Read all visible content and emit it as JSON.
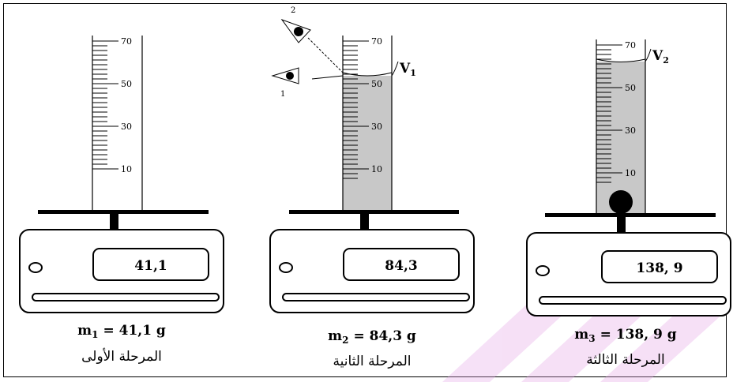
{
  "stages": [
    {
      "display_value": "41,1",
      "mass_symbol": "m",
      "mass_subscript": "1",
      "mass_rest": " = 41,1 g",
      "stage_label": "المرحلة الأولى",
      "scale_ticks": [
        "70",
        "50",
        "30",
        "10"
      ],
      "volume_label": "",
      "volume_subscript": ""
    },
    {
      "display_value": "84,3",
      "mass_symbol": "m",
      "mass_subscript": "2",
      "mass_rest": " = 84,3 g",
      "stage_label": "المرحلة الثانية",
      "scale_ticks": [
        "70",
        "50",
        "30",
        "10"
      ],
      "volume_label": "V",
      "volume_subscript": "1"
    },
    {
      "display_value": "138, 9",
      "mass_symbol": "m",
      "mass_subscript": "3",
      "mass_rest": " = 138, 9 g",
      "stage_label": "المرحلة الثالثة",
      "scale_ticks": [
        "70",
        "50",
        "30",
        "10"
      ],
      "volume_label": "V",
      "volume_subscript": "2"
    }
  ],
  "eye_positions": [
    "1",
    "2"
  ],
  "colors": {
    "liquid": "#c8c8c8",
    "watermark": "#d34fd0",
    "ink": "#000000"
  }
}
